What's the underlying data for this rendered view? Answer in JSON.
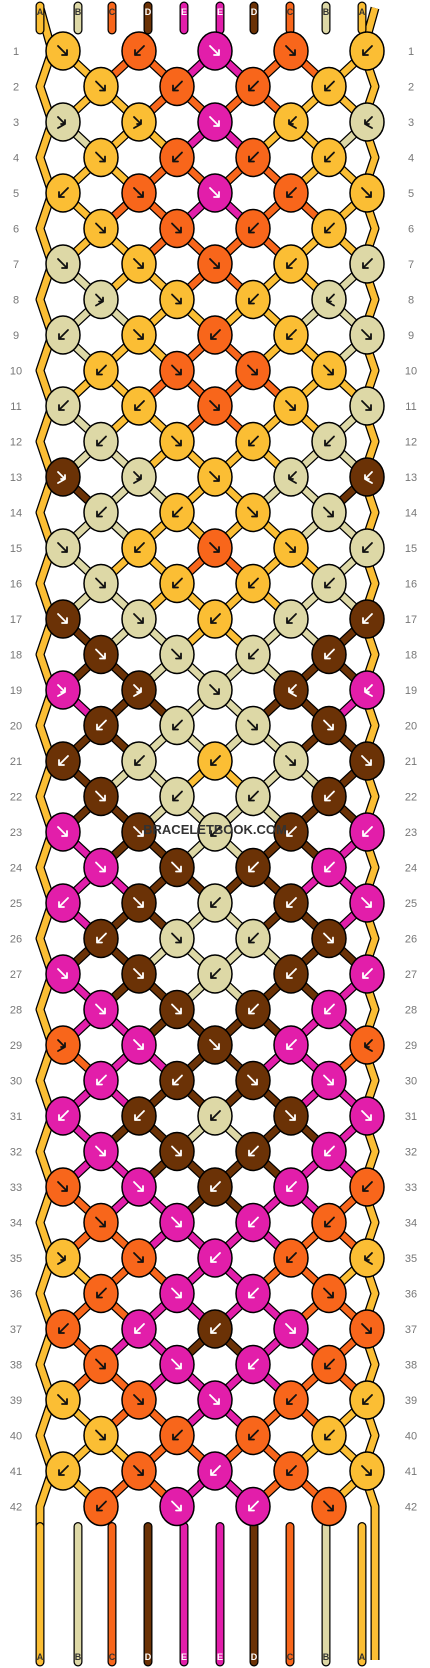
{
  "site_watermark": "BRACELETBOOK.COM",
  "strands": {
    "top_letters": [
      "A",
      "B",
      "C",
      "D",
      "E",
      "E",
      "D",
      "C",
      "B",
      "A"
    ],
    "bottom_letters": [
      "A",
      "B",
      "C",
      "D",
      "E",
      "E",
      "D",
      "C",
      "B",
      "A"
    ]
  },
  "colors": {
    "A": "#fbbe34",
    "B": "#ddd8a6",
    "C": "#f8661b",
    "D": "#6b3206",
    "E": "#e21eaa"
  },
  "row_labels": [
    "1",
    "2",
    "3",
    "4",
    "5",
    "6",
    "7",
    "8",
    "9",
    "10",
    "11",
    "12",
    "13",
    "14",
    "15",
    "16",
    "17",
    "18",
    "19",
    "20",
    "21",
    "22",
    "23",
    "24",
    "25",
    "26",
    "27",
    "28",
    "29",
    "30",
    "31",
    "32",
    "33",
    "34",
    "35",
    "36",
    "37",
    "38",
    "39",
    "40",
    "41",
    "42"
  ],
  "knot_rows": [
    {
      "row": "1",
      "knots": [
        {
          "c": "A",
          "d": "dr"
        },
        {
          "c": "C",
          "d": "dl"
        },
        {
          "c": "E",
          "d": "dr"
        },
        {
          "c": "C",
          "d": "dr"
        },
        {
          "c": "A",
          "d": "dl"
        }
      ]
    },
    {
      "row": "2",
      "knots": [
        {
          "c": "A",
          "d": "dr"
        },
        {
          "c": "C",
          "d": "dl"
        },
        {
          "c": "C",
          "d": "dl"
        },
        {
          "c": "A",
          "d": "dl"
        }
      ]
    },
    {
      "row": "3",
      "knots": [
        {
          "c": "B",
          "d": "r"
        },
        {
          "c": "A",
          "d": "r"
        },
        {
          "c": "E",
          "d": "dr"
        },
        {
          "c": "A",
          "d": "l"
        },
        {
          "c": "B",
          "d": "l"
        }
      ]
    },
    {
      "row": "4",
      "knots": [
        {
          "c": "A",
          "d": "dr"
        },
        {
          "c": "C",
          "d": "dl"
        },
        {
          "c": "C",
          "d": "dl"
        },
        {
          "c": "A",
          "d": "dl"
        }
      ]
    },
    {
      "row": "5",
      "knots": [
        {
          "c": "A",
          "d": "dl"
        },
        {
          "c": "C",
          "d": "dr"
        },
        {
          "c": "E",
          "d": "dr"
        },
        {
          "c": "C",
          "d": "dl"
        },
        {
          "c": "A",
          "d": "dr"
        }
      ]
    },
    {
      "row": "6",
      "knots": [
        {
          "c": "A",
          "d": "dr"
        },
        {
          "c": "C",
          "d": "dr"
        },
        {
          "c": "C",
          "d": "dl"
        },
        {
          "c": "A",
          "d": "dl"
        }
      ]
    },
    {
      "row": "7",
      "knots": [
        {
          "c": "B",
          "d": "dr"
        },
        {
          "c": "A",
          "d": "dr"
        },
        {
          "c": "C",
          "d": "dr"
        },
        {
          "c": "A",
          "d": "dl"
        },
        {
          "c": "B",
          "d": "dl"
        }
      ]
    },
    {
      "row": "8",
      "knots": [
        {
          "c": "B",
          "d": "r"
        },
        {
          "c": "A",
          "d": "dr"
        },
        {
          "c": "A",
          "d": "dl"
        },
        {
          "c": "B",
          "d": "l"
        }
      ]
    },
    {
      "row": "9",
      "knots": [
        {
          "c": "B",
          "d": "dl"
        },
        {
          "c": "A",
          "d": "dr"
        },
        {
          "c": "C",
          "d": "dl"
        },
        {
          "c": "A",
          "d": "dl"
        },
        {
          "c": "B",
          "d": "dr"
        }
      ]
    },
    {
      "row": "10",
      "knots": [
        {
          "c": "A",
          "d": "dl"
        },
        {
          "c": "C",
          "d": "dr"
        },
        {
          "c": "C",
          "d": "dr"
        },
        {
          "c": "A",
          "d": "dr"
        }
      ]
    },
    {
      "row": "11",
      "knots": [
        {
          "c": "B",
          "d": "dl"
        },
        {
          "c": "A",
          "d": "dl"
        },
        {
          "c": "C",
          "d": "dr"
        },
        {
          "c": "A",
          "d": "dr"
        },
        {
          "c": "B",
          "d": "dr"
        }
      ]
    },
    {
      "row": "12",
      "knots": [
        {
          "c": "B",
          "d": "dl"
        },
        {
          "c": "A",
          "d": "dr"
        },
        {
          "c": "A",
          "d": "dl"
        },
        {
          "c": "B",
          "d": "dl"
        }
      ]
    },
    {
      "row": "13",
      "knots": [
        {
          "c": "D",
          "d": "r"
        },
        {
          "c": "B",
          "d": "r"
        },
        {
          "c": "A",
          "d": "dr"
        },
        {
          "c": "B",
          "d": "l"
        },
        {
          "c": "D",
          "d": "l"
        }
      ]
    },
    {
      "row": "14",
      "knots": [
        {
          "c": "B",
          "d": "dl"
        },
        {
          "c": "A",
          "d": "dl"
        },
        {
          "c": "A",
          "d": "dr"
        },
        {
          "c": "B",
          "d": "dr"
        }
      ]
    },
    {
      "row": "15",
      "knots": [
        {
          "c": "B",
          "d": "dr"
        },
        {
          "c": "A",
          "d": "dl"
        },
        {
          "c": "C",
          "d": "dr"
        },
        {
          "c": "A",
          "d": "dr"
        },
        {
          "c": "B",
          "d": "dl"
        }
      ]
    },
    {
      "row": "16",
      "knots": [
        {
          "c": "B",
          "d": "dr"
        },
        {
          "c": "A",
          "d": "dl"
        },
        {
          "c": "A",
          "d": "dl"
        },
        {
          "c": "B",
          "d": "dl"
        }
      ]
    },
    {
      "row": "17",
      "knots": [
        {
          "c": "D",
          "d": "dr"
        },
        {
          "c": "B",
          "d": "dr"
        },
        {
          "c": "A",
          "d": "dl"
        },
        {
          "c": "B",
          "d": "dl"
        },
        {
          "c": "D",
          "d": "dl"
        }
      ]
    },
    {
      "row": "18",
      "knots": [
        {
          "c": "D",
          "d": "dr"
        },
        {
          "c": "B",
          "d": "dr"
        },
        {
          "c": "B",
          "d": "dl"
        },
        {
          "c": "D",
          "d": "dl"
        }
      ]
    },
    {
      "row": "19",
      "knots": [
        {
          "c": "E",
          "d": "r"
        },
        {
          "c": "D",
          "d": "r"
        },
        {
          "c": "B",
          "d": "dr"
        },
        {
          "c": "D",
          "d": "l"
        },
        {
          "c": "E",
          "d": "l"
        }
      ]
    },
    {
      "row": "20",
      "knots": [
        {
          "c": "D",
          "d": "dl"
        },
        {
          "c": "B",
          "d": "dl"
        },
        {
          "c": "B",
          "d": "dr"
        },
        {
          "c": "D",
          "d": "dr"
        }
      ]
    },
    {
      "row": "21",
      "knots": [
        {
          "c": "D",
          "d": "dl"
        },
        {
          "c": "B",
          "d": "dl"
        },
        {
          "c": "A",
          "d": "dl"
        },
        {
          "c": "B",
          "d": "dr"
        },
        {
          "c": "D",
          "d": "dr"
        }
      ]
    },
    {
      "row": "22",
      "knots": [
        {
          "c": "D",
          "d": "dr"
        },
        {
          "c": "B",
          "d": "dl"
        },
        {
          "c": "B",
          "d": "dl"
        },
        {
          "c": "D",
          "d": "dl"
        }
      ]
    },
    {
      "row": "23",
      "knots": [
        {
          "c": "E",
          "d": "dr"
        },
        {
          "c": "D",
          "d": "dr"
        },
        {
          "c": "B",
          "d": "dl"
        },
        {
          "c": "D",
          "d": "dl"
        },
        {
          "c": "E",
          "d": "dl"
        }
      ]
    },
    {
      "row": "24",
      "knots": [
        {
          "c": "E",
          "d": "dr"
        },
        {
          "c": "D",
          "d": "dr"
        },
        {
          "c": "D",
          "d": "dl"
        },
        {
          "c": "E",
          "d": "dl"
        }
      ]
    },
    {
      "row": "25",
      "knots": [
        {
          "c": "E",
          "d": "dl"
        },
        {
          "c": "D",
          "d": "dr"
        },
        {
          "c": "B",
          "d": "dl"
        },
        {
          "c": "D",
          "d": "dl"
        },
        {
          "c": "E",
          "d": "dr"
        }
      ]
    },
    {
      "row": "26",
      "knots": [
        {
          "c": "D",
          "d": "dl"
        },
        {
          "c": "B",
          "d": "dr"
        },
        {
          "c": "B",
          "d": "dl"
        },
        {
          "c": "D",
          "d": "dr"
        }
      ]
    },
    {
      "row": "27",
      "knots": [
        {
          "c": "E",
          "d": "dr"
        },
        {
          "c": "D",
          "d": "dr"
        },
        {
          "c": "B",
          "d": "dl"
        },
        {
          "c": "D",
          "d": "dl"
        },
        {
          "c": "E",
          "d": "dl"
        }
      ]
    },
    {
      "row": "28",
      "knots": [
        {
          "c": "E",
          "d": "dr"
        },
        {
          "c": "D",
          "d": "dr"
        },
        {
          "c": "D",
          "d": "dl"
        },
        {
          "c": "E",
          "d": "dl"
        }
      ]
    },
    {
      "row": "29",
      "knots": [
        {
          "c": "C",
          "d": "r"
        },
        {
          "c": "E",
          "d": "dr"
        },
        {
          "c": "D",
          "d": "dr"
        },
        {
          "c": "E",
          "d": "dl"
        },
        {
          "c": "C",
          "d": "l"
        }
      ]
    },
    {
      "row": "30",
      "knots": [
        {
          "c": "E",
          "d": "dl"
        },
        {
          "c": "D",
          "d": "dl"
        },
        {
          "c": "D",
          "d": "dr"
        },
        {
          "c": "E",
          "d": "dr"
        }
      ]
    },
    {
      "row": "31",
      "knots": [
        {
          "c": "E",
          "d": "dl"
        },
        {
          "c": "D",
          "d": "dl"
        },
        {
          "c": "B",
          "d": "dl"
        },
        {
          "c": "D",
          "d": "dr"
        },
        {
          "c": "E",
          "d": "dr"
        }
      ]
    },
    {
      "row": "32",
      "knots": [
        {
          "c": "E",
          "d": "dr"
        },
        {
          "c": "D",
          "d": "dr"
        },
        {
          "c": "D",
          "d": "dl"
        },
        {
          "c": "E",
          "d": "dl"
        }
      ]
    },
    {
      "row": "33",
      "knots": [
        {
          "c": "C",
          "d": "dr"
        },
        {
          "c": "E",
          "d": "dr"
        },
        {
          "c": "D",
          "d": "dl"
        },
        {
          "c": "E",
          "d": "dl"
        },
        {
          "c": "C",
          "d": "dl"
        }
      ]
    },
    {
      "row": "34",
      "knots": [
        {
          "c": "C",
          "d": "dr"
        },
        {
          "c": "E",
          "d": "dr"
        },
        {
          "c": "E",
          "d": "dl"
        },
        {
          "c": "C",
          "d": "dl"
        }
      ]
    },
    {
      "row": "35",
      "knots": [
        {
          "c": "A",
          "d": "r"
        },
        {
          "c": "C",
          "d": "dr"
        },
        {
          "c": "E",
          "d": "dl"
        },
        {
          "c": "C",
          "d": "dl"
        },
        {
          "c": "A",
          "d": "l"
        }
      ]
    },
    {
      "row": "36",
      "knots": [
        {
          "c": "C",
          "d": "dl"
        },
        {
          "c": "E",
          "d": "dr"
        },
        {
          "c": "E",
          "d": "dl"
        },
        {
          "c": "C",
          "d": "dr"
        }
      ]
    },
    {
      "row": "37",
      "knots": [
        {
          "c": "C",
          "d": "dl"
        },
        {
          "c": "E",
          "d": "dl"
        },
        {
          "c": "D",
          "d": "dl"
        },
        {
          "c": "E",
          "d": "dr"
        },
        {
          "c": "C",
          "d": "dr"
        }
      ]
    },
    {
      "row": "38",
      "knots": [
        {
          "c": "C",
          "d": "dr"
        },
        {
          "c": "E",
          "d": "dr"
        },
        {
          "c": "E",
          "d": "dl"
        },
        {
          "c": "C",
          "d": "dl"
        }
      ]
    },
    {
      "row": "39",
      "knots": [
        {
          "c": "A",
          "d": "dr"
        },
        {
          "c": "C",
          "d": "dr"
        },
        {
          "c": "E",
          "d": "dr"
        },
        {
          "c": "C",
          "d": "dl"
        },
        {
          "c": "A",
          "d": "dl"
        }
      ]
    },
    {
      "row": "40",
      "knots": [
        {
          "c": "A",
          "d": "dr"
        },
        {
          "c": "C",
          "d": "dl"
        },
        {
          "c": "C",
          "d": "dl"
        },
        {
          "c": "A",
          "d": "dl"
        }
      ]
    },
    {
      "row": "41",
      "knots": [
        {
          "c": "A",
          "d": "dl"
        },
        {
          "c": "C",
          "d": "dr"
        },
        {
          "c": "E",
          "d": "dl"
        },
        {
          "c": "C",
          "d": "dl"
        },
        {
          "c": "A",
          "d": "dr"
        }
      ]
    },
    {
      "row": "42",
      "knots": [
        {
          "c": "C",
          "d": "dl"
        },
        {
          "c": "E",
          "d": "dr"
        },
        {
          "c": "E",
          "d": "dl"
        },
        {
          "c": "C",
          "d": "dr"
        }
      ]
    }
  ]
}
